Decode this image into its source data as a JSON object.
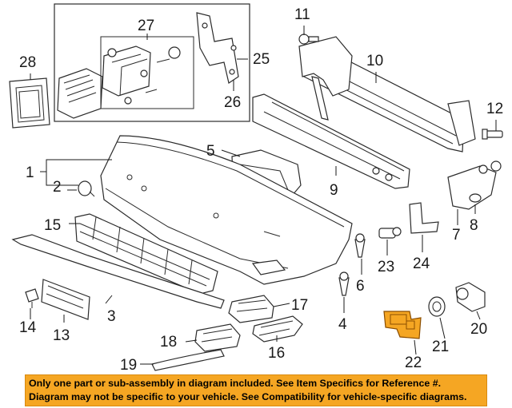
{
  "callouts": [
    {
      "id": "1",
      "label": "1"
    },
    {
      "id": "2",
      "label": "2"
    },
    {
      "id": "3",
      "label": "3"
    },
    {
      "id": "4",
      "label": "4"
    },
    {
      "id": "5",
      "label": "5"
    },
    {
      "id": "6",
      "label": "6"
    },
    {
      "id": "7",
      "label": "7"
    },
    {
      "id": "8",
      "label": "8"
    },
    {
      "id": "9",
      "label": "9"
    },
    {
      "id": "10",
      "label": "10"
    },
    {
      "id": "11",
      "label": "11"
    },
    {
      "id": "12",
      "label": "12"
    },
    {
      "id": "13",
      "label": "13"
    },
    {
      "id": "14",
      "label": "14"
    },
    {
      "id": "15",
      "label": "15"
    },
    {
      "id": "16",
      "label": "16"
    },
    {
      "id": "17",
      "label": "17"
    },
    {
      "id": "18",
      "label": "18"
    },
    {
      "id": "19",
      "label": "19"
    },
    {
      "id": "20",
      "label": "20"
    },
    {
      "id": "21",
      "label": "21"
    },
    {
      "id": "22",
      "label": "22"
    },
    {
      "id": "23",
      "label": "23"
    },
    {
      "id": "24",
      "label": "24"
    },
    {
      "id": "25",
      "label": "25"
    },
    {
      "id": "26",
      "label": "26"
    },
    {
      "id": "27",
      "label": "27"
    },
    {
      "id": "28",
      "label": "28"
    }
  ],
  "highlight_color": "#f5a623",
  "banner": {
    "line1": "Only one part or sub-assembly in diagram included. See Item Specifics for Reference #.",
    "line2": "Diagram may not be specific to your vehicle. See Compatibility for vehicle-specific diagrams."
  }
}
